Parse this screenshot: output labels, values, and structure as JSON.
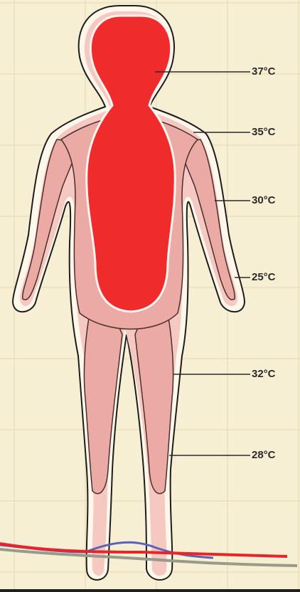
{
  "figure": {
    "labels": [
      {
        "id": "head",
        "text": "37°C"
      },
      {
        "id": "shoulder",
        "text": "35°C"
      },
      {
        "id": "upper-arm",
        "text": "30°C"
      },
      {
        "id": "hand",
        "text": "25°C"
      },
      {
        "id": "thigh",
        "text": "32°C"
      },
      {
        "id": "lower-leg",
        "text": "28°C"
      }
    ],
    "colors": {
      "background": "#f7efd3",
      "grid": "#e6d9b0",
      "outer_halo": "#fff8ea",
      "skin": "#f5c9c2",
      "limbs": "#ecaaa4",
      "core": "#ef2b2b",
      "isotherm": "#4a2e2e",
      "red_curve": "#e8242a",
      "blue_curve": "#5b63b8",
      "gray_curve": "#9a9a8a"
    }
  }
}
